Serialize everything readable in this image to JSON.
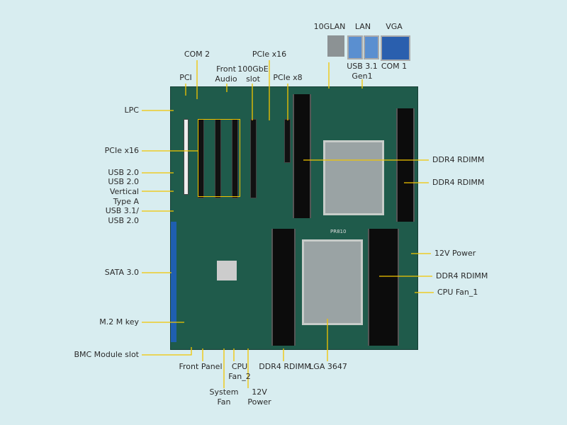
{
  "labels": {
    "lpc": "LPC",
    "pcie_x16_left": "PCIe x16",
    "usb20": "USB 2.0",
    "usb20_vertical": [
      "USB 2.0",
      "Vertical",
      "Type A"
    ],
    "usb31_usb20": [
      "USB 3.1/",
      "USB 2.0"
    ],
    "sata": "SATA 3.0",
    "m2": "M.2 M key",
    "bmc": "BMC Module slot",
    "com2": "COM 2",
    "pci": "PCI",
    "front_audio": [
      "Front",
      "Audio"
    ],
    "gbe_slot": [
      "100GbE",
      "slot"
    ],
    "pcie_x16_top": "PCIe x16",
    "pcie_x8": "PCIe x8",
    "lan10g": "10GLAN",
    "lan": "LAN",
    "vga": "VGA",
    "usb31_gen1": [
      "USB 3.1",
      "Gen1"
    ],
    "com1": "COM 1",
    "ddr4_1": "DDR4 RDIMM",
    "ddr4_2": "DDR4 RDIMM",
    "power12v_right": "12V Power",
    "ddr4_3": "DDR4 RDIMM",
    "cpu_fan1": "CPU Fan_1",
    "front_panel": "Front Panel",
    "cpu_fan2": [
      "CPU",
      "Fan_2"
    ],
    "system_fan": [
      "System",
      "Fan"
    ],
    "power12v_bottom": [
      "12V",
      "Power"
    ],
    "ddr4_bottom": "DDR4 RDIMM",
    "lga": "LGA 3647"
  },
  "board": {
    "silkscreen": "PR810"
  },
  "colors": {
    "leader": "#f2c500",
    "board": "#1f5b4b",
    "background": "#d8edf0"
  }
}
